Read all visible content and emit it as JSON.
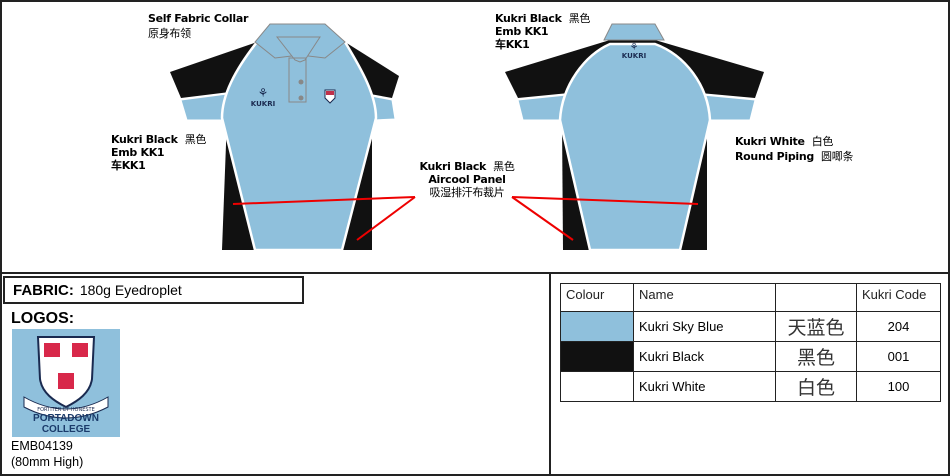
{
  "front": {
    "collar_label": "Self Fabric Collar",
    "collar_label_cn": "原身布领",
    "sleeve_label": "Kukri Black",
    "sleeve_label_cn": "黑色",
    "sleeve_emb": "Emb KK1",
    "sleeve_emb_cn": "车KK1",
    "brand": "KUKRI"
  },
  "panel": {
    "label": "Kukri Black",
    "label_cn": "黑色",
    "name": "Aircool Panel",
    "name_cn": "吸湿排汗布裁片"
  },
  "back": {
    "sleeve_label": "Kukri Black",
    "sleeve_label_cn": "黑色",
    "sleeve_emb": "Emb KK1",
    "sleeve_emb_cn": "车KK1",
    "piping_label": "Kukri White",
    "piping_label_cn": "白色",
    "piping_name": "Round Piping",
    "piping_name_cn": "圆唧条",
    "brand": "KUKRI"
  },
  "fabric": {
    "label": "FABRIC:",
    "value": "180g Eyedroplet"
  },
  "logos": {
    "label": "LOGOS:",
    "motto": "FORTITER ET HONESTE",
    "school_line1": "PORTADOWN",
    "school_line2": "COLLEGE",
    "code": "EMB04139",
    "size": "(80mm High)"
  },
  "colour_table": {
    "headers": [
      "Colour",
      "Name",
      "",
      "Kukri Code"
    ],
    "rows": [
      {
        "swatch": "#8fc0dc",
        "name": "Kukri Sky Blue",
        "cn": "天蓝色",
        "code": "204"
      },
      {
        "swatch": "#111111",
        "name": "Kukri Black",
        "cn": "黑色",
        "code": "001"
      },
      {
        "swatch": "#ffffff",
        "name": "Kukri White",
        "cn": "白色",
        "code": "100"
      }
    ]
  }
}
